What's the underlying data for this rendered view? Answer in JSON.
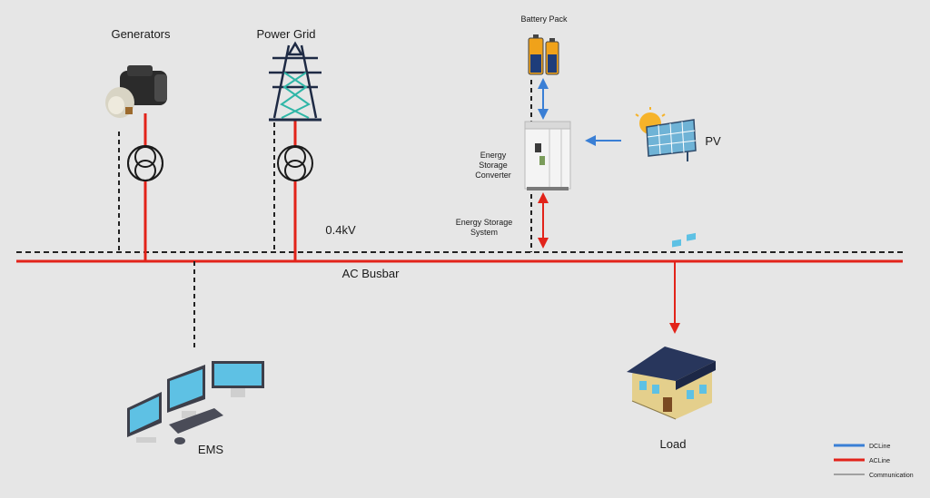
{
  "labels": {
    "generators": "Generators",
    "power_grid": "Power Grid",
    "battery_pack": "Battery Pack",
    "pv": "PV",
    "converter_line1": "Energy",
    "converter_line2": "Storage",
    "converter_line3": "Converter",
    "system_line1": "Energy Storage",
    "system_line2": "System",
    "voltage": "0.4kV",
    "busbar": "AC Busbar",
    "ems": "EMS",
    "load": "Load"
  },
  "legend": [
    {
      "label": "DCLine",
      "color": "#3a7fd5"
    },
    {
      "label": "ACLine",
      "color": "#e2231a"
    },
    {
      "label": "Communication",
      "color": "#8a8a8a"
    }
  ],
  "colors": {
    "ac_line": "#e2231a",
    "dc_line": "#3a7fd5",
    "comm_line": "#222222",
    "background": "#e6e6e6"
  }
}
